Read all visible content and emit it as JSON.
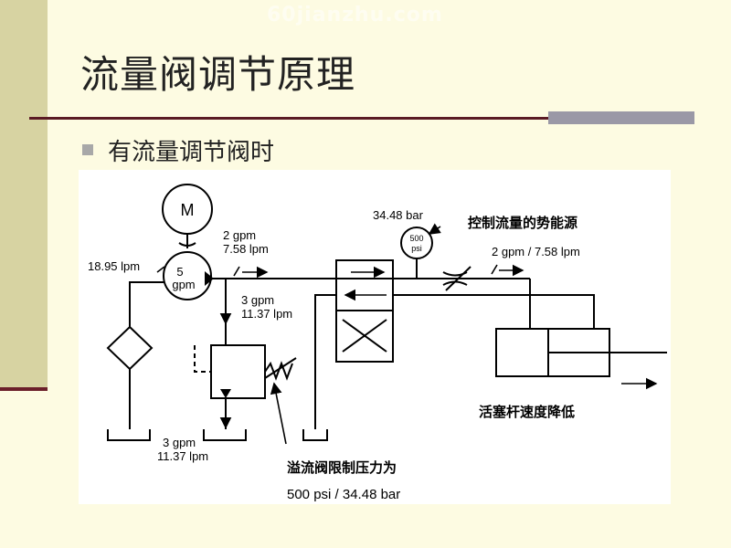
{
  "watermark": "60jianzhu.com",
  "title": "流量阀调节原理",
  "bullet": "有流量调节阀时",
  "diagram": {
    "motor_label": "M",
    "pump_flow_line1": "5",
    "pump_flow_line2": "gpm",
    "inlet_flow": "18.95 lpm",
    "pump_out_line1": "2 gpm",
    "pump_out_line2": "7.58 lpm",
    "relief_flow_line1": "3 gpm",
    "relief_flow_line2": "11.37 lpm",
    "tank_flow_line1": "3 gpm",
    "tank_flow_line2": "11.37 lpm",
    "gauge_pressure": "34.48 bar",
    "gauge_line1": "500",
    "gauge_line2": "psi",
    "control_label": "控制流量的势能源",
    "cylinder_flow": "2 gpm / 7.58 lpm",
    "piston_speed_label": "活塞杆速度降低",
    "relief_label_line1": "溢流阀限制压力为",
    "relief_label_line2": "500 psi / 34.48 bar"
  }
}
